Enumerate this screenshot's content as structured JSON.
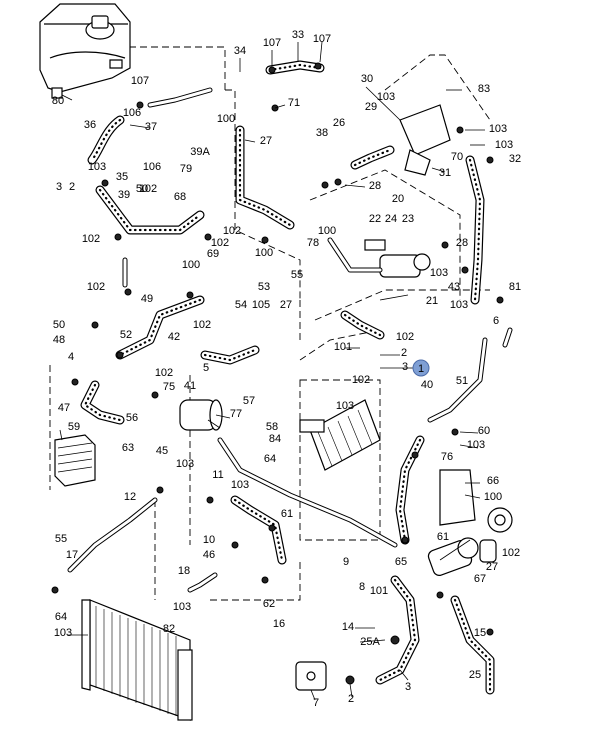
{
  "diagram": {
    "marker_label": "1",
    "callouts": [
      "80",
      "34",
      "107",
      "33",
      "107",
      "107",
      "30",
      "83",
      "106",
      "37",
      "36",
      "71",
      "29",
      "103",
      "100",
      "103",
      "26",
      "103",
      "38",
      "27",
      "70",
      "32",
      "103",
      "35",
      "106",
      "39A",
      "79",
      "102",
      "31",
      "28",
      "3",
      "2",
      "50",
      "68",
      "20",
      "39",
      "22",
      "24",
      "23",
      "102",
      "102",
      "78",
      "100",
      "28",
      "102",
      "69",
      "100",
      "103",
      "100",
      "55",
      "43",
      "81",
      "102",
      "49",
      "53",
      "21",
      "103",
      "50",
      "48",
      "54",
      "105",
      "27",
      "102",
      "52",
      "42",
      "6",
      "102",
      "4",
      "2",
      "101",
      "5",
      "3",
      "102",
      "102",
      "75",
      "41",
      "40",
      "51",
      "47",
      "56",
      "57",
      "77",
      "103",
      "76",
      "59",
      "58",
      "84",
      "103",
      "60",
      "63",
      "103",
      "45",
      "11",
      "64",
      "66",
      "12",
      "103",
      "100",
      "61",
      "55",
      "10",
      "46",
      "102",
      "9",
      "65",
      "27",
      "17",
      "18",
      "8",
      "101",
      "61",
      "64",
      "103",
      "62",
      "67",
      "82",
      "16",
      "103",
      "14",
      "15",
      "25A",
      "25",
      "7",
      "2",
      "3"
    ]
  }
}
